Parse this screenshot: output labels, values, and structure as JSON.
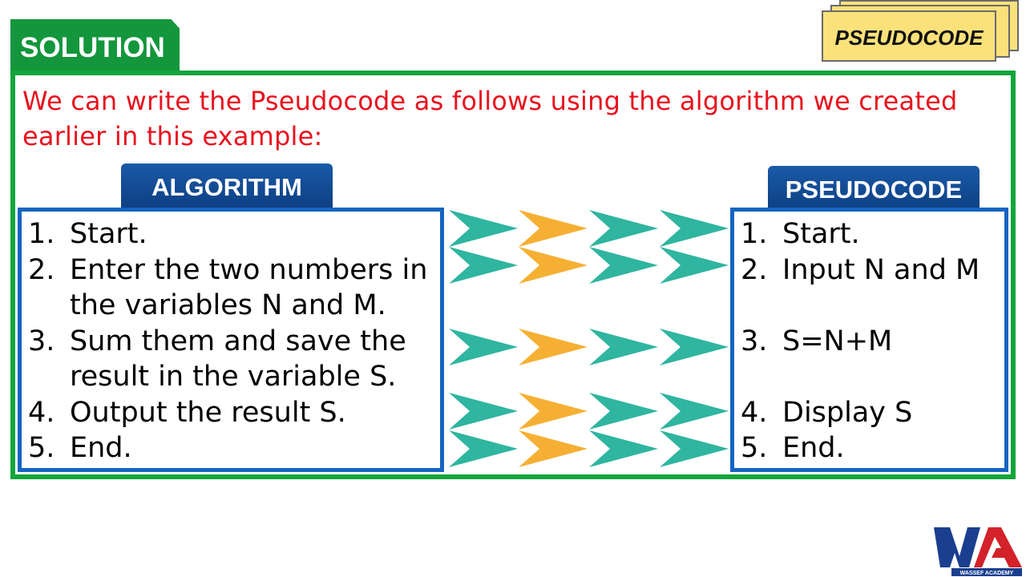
{
  "header": {
    "solution_label": "SOLUTION",
    "tag_label": "PSEUDOCODE"
  },
  "intro": "We can write the Pseudocode as follows using the algorithm we created earlier in this example:",
  "algorithm": {
    "title": "ALGORITHM",
    "steps": [
      {
        "num": "1.",
        "lines": [
          "Start."
        ]
      },
      {
        "num": "2.",
        "lines": [
          "Enter the two numbers in",
          "the variables N and M."
        ]
      },
      {
        "num": "3.",
        "lines": [
          "Sum them and save the",
          "result in the variable S."
        ]
      },
      {
        "num": "4.",
        "lines": [
          "Output the result S."
        ]
      },
      {
        "num": "5.",
        "lines": [
          "End."
        ]
      }
    ]
  },
  "pseudocode": {
    "title": "PSEUDOCODE",
    "steps": [
      {
        "num": "1.",
        "text": "Start."
      },
      {
        "num": "2.",
        "text": "Input N and M"
      },
      {
        "num": "3.",
        "text": "S=N+M"
      },
      {
        "num": "4.",
        "text": "Display S"
      },
      {
        "num": "5.",
        "text": "End."
      }
    ]
  },
  "logo": {
    "text": "WASSEF ACADEMY"
  },
  "colors": {
    "green": "#14a53c",
    "blue": "#1565c0",
    "red_text": "#e8121e",
    "teal_arrow": "#2fb5a0",
    "orange_arrow": "#f5b034",
    "tag_yellow": "#fbe17a"
  }
}
